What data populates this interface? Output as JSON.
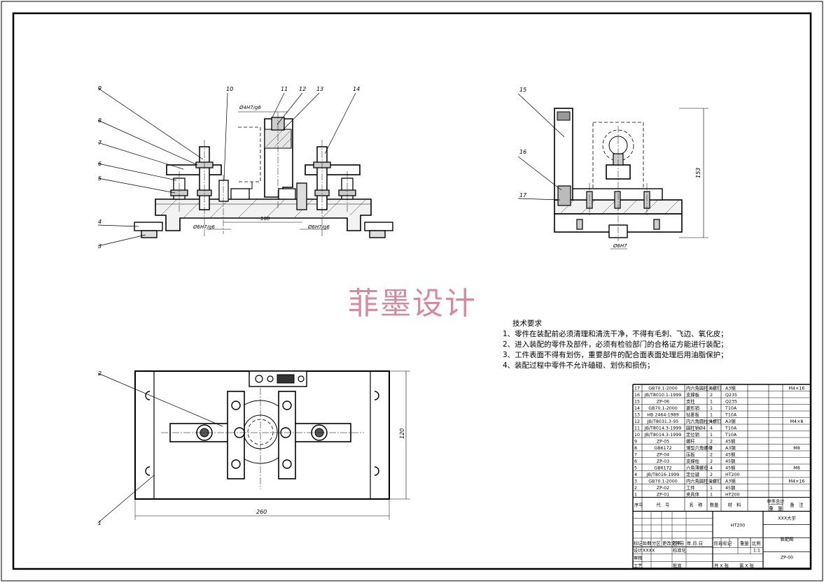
{
  "watermark": "菲墨设计",
  "tech_requirements": {
    "title": "技术要求",
    "lines": [
      "1、零件在装配前必须清理和清洗干净，不得有毛刺、飞边、氧化皮；",
      "2、进入装配的零件及部件，必须有检验部门的合格证方能进行装配；",
      "3、工件表面不得有划伤，重要部件的配合面表面处理后用油脂保护；",
      "4、装配过程中零件不允许磕碰、划伤和损伤；"
    ]
  },
  "front_view": {
    "balloons": [
      "9",
      "8",
      "7",
      "6",
      "5",
      "4",
      "3",
      "10",
      "11",
      "12",
      "13",
      "14"
    ],
    "dims": {
      "fit_top": "Ø4H7/g6",
      "fit_left": "Ø6H7/g6",
      "span": "180",
      "fit_right": "Ø6H7/g6"
    }
  },
  "side_view": {
    "balloons": [
      "15",
      "16",
      "17"
    ],
    "dims": {
      "height": "153",
      "pin": "Ø6H7"
    }
  },
  "top_view": {
    "balloons": [
      "2",
      "1"
    ],
    "dims": {
      "width": "260",
      "height": "120"
    }
  },
  "bom": {
    "rows": [
      {
        "no": "17",
        "code": "GB70.1-2000",
        "name": "内六角圆柱头螺钉",
        "qty": "6",
        "mat": "A3钢",
        "note": "M4×16"
      },
      {
        "no": "16",
        "code": "JB/T8010.1-1999",
        "name": "支撑板",
        "qty": "2",
        "mat": "Q235",
        "note": ""
      },
      {
        "no": "15",
        "code": "ZP-06",
        "name": "支柱",
        "qty": "1",
        "mat": "Q235",
        "note": ""
      },
      {
        "no": "14",
        "code": "GB70.1-2000",
        "name": "菱形销",
        "qty": "1",
        "mat": "T10A",
        "note": ""
      },
      {
        "no": "13",
        "code": "HB 2464-1989",
        "name": "钻套板",
        "qty": "1",
        "mat": "T10A",
        "note": ""
      },
      {
        "no": "12",
        "code": "JB/T8031.3-95",
        "name": "内六角圆柱头螺钉",
        "qty": "4",
        "mat": "A3钢",
        "note": "M4×8"
      },
      {
        "no": "11",
        "code": "JB/T8014.3-1999",
        "name": "圆柱销Ø4",
        "qty": "4",
        "mat": "T10A",
        "note": ""
      },
      {
        "no": "10",
        "code": "JB/T8014.3-1999",
        "name": "定位销",
        "qty": "1",
        "mat": "T10A",
        "note": ""
      },
      {
        "no": "9",
        "code": "ZP-05",
        "name": "螺杆",
        "qty": "2",
        "mat": "45钢",
        "note": ""
      },
      {
        "no": "8",
        "code": "GB6172",
        "name": "薄型六角螺母",
        "qty": "2",
        "mat": "A3钢",
        "note": "M8"
      },
      {
        "no": "7",
        "code": "ZP-04",
        "name": "压板",
        "qty": "2",
        "mat": "45钢",
        "note": ""
      },
      {
        "no": "6",
        "code": "ZP-03",
        "name": "支撑柱",
        "qty": "2",
        "mat": "45钢",
        "note": ""
      },
      {
        "no": "5",
        "code": "GB6172",
        "name": "六角薄螺母",
        "qty": "4",
        "mat": "45钢",
        "note": "M8"
      },
      {
        "no": "4",
        "code": "JB/T8016-1999",
        "name": "定位键",
        "qty": "2",
        "mat": "HT200",
        "note": ""
      },
      {
        "no": "3",
        "code": "GB70.1-2000",
        "name": "内六角圆柱头螺钉",
        "qty": "2",
        "mat": "A3钢",
        "note": "M4×16"
      },
      {
        "no": "2",
        "code": "ZP-02",
        "name": "工件",
        "qty": "1",
        "mat": "45钢",
        "note": ""
      },
      {
        "no": "1",
        "code": "ZP-01",
        "name": "夹具体",
        "qty": "1",
        "mat": "HT200",
        "note": ""
      }
    ],
    "header": {
      "no": "序号",
      "code": "代　号",
      "name": "名　称",
      "qty": "数量",
      "mat": "材　料",
      "unit_w": "单件",
      "total_w": "总计",
      "weight": "重　量",
      "note": "备　注"
    }
  },
  "title_block": {
    "school": "XXX大学",
    "material_cell": "HT200",
    "drawing_name": "装配图",
    "drawing_no": "ZP-00",
    "scale_label": "比例",
    "scale": "1:1",
    "stage_label": "阶段标记",
    "weight_label": "重量",
    "sheets": "共 X 张",
    "sheet_no": "第 X 张",
    "design": "设计",
    "designer": "XXXX",
    "std": "标准化",
    "review": "审核",
    "process": "工艺",
    "approve": "批准",
    "marks": "标记",
    "count": "处数",
    "zone": "分区",
    "change_no": "更改文件号",
    "sign": "签名",
    "date": "年.月.日"
  }
}
